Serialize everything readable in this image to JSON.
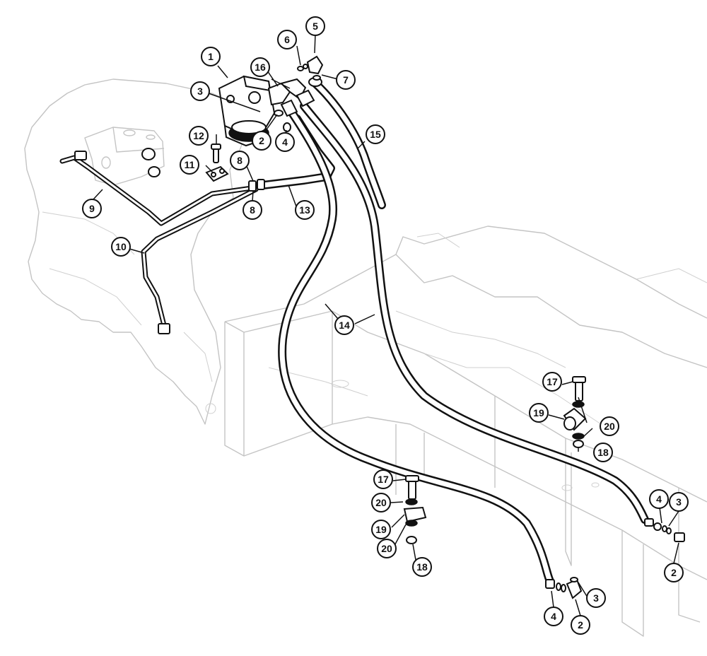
{
  "callouts": [
    {
      "id": "c1",
      "label": "1"
    },
    {
      "id": "c2a",
      "label": "2"
    },
    {
      "id": "c2b",
      "label": "2"
    },
    {
      "id": "c2c",
      "label": "2"
    },
    {
      "id": "c3a",
      "label": "3"
    },
    {
      "id": "c3b",
      "label": "3"
    },
    {
      "id": "c3c",
      "label": "3"
    },
    {
      "id": "c4a",
      "label": "4"
    },
    {
      "id": "c4b",
      "label": "4"
    },
    {
      "id": "c4c",
      "label": "4"
    },
    {
      "id": "c5",
      "label": "5"
    },
    {
      "id": "c6",
      "label": "6"
    },
    {
      "id": "c7",
      "label": "7"
    },
    {
      "id": "c8a",
      "label": "8"
    },
    {
      "id": "c8b",
      "label": "8"
    },
    {
      "id": "c9",
      "label": "9"
    },
    {
      "id": "c10",
      "label": "10"
    },
    {
      "id": "c11",
      "label": "11"
    },
    {
      "id": "c12",
      "label": "12"
    },
    {
      "id": "c13",
      "label": "13"
    },
    {
      "id": "c14",
      "label": "14"
    },
    {
      "id": "c15",
      "label": "15"
    },
    {
      "id": "c16",
      "label": "16"
    },
    {
      "id": "c17a",
      "label": "17"
    },
    {
      "id": "c17b",
      "label": "17"
    },
    {
      "id": "c18a",
      "label": "18"
    },
    {
      "id": "c18b",
      "label": "18"
    },
    {
      "id": "c19a",
      "label": "19"
    },
    {
      "id": "c19b",
      "label": "19"
    },
    {
      "id": "c20a",
      "label": "20"
    },
    {
      "id": "c20b",
      "label": "20"
    },
    {
      "id": "c20c",
      "label": "20"
    }
  ]
}
